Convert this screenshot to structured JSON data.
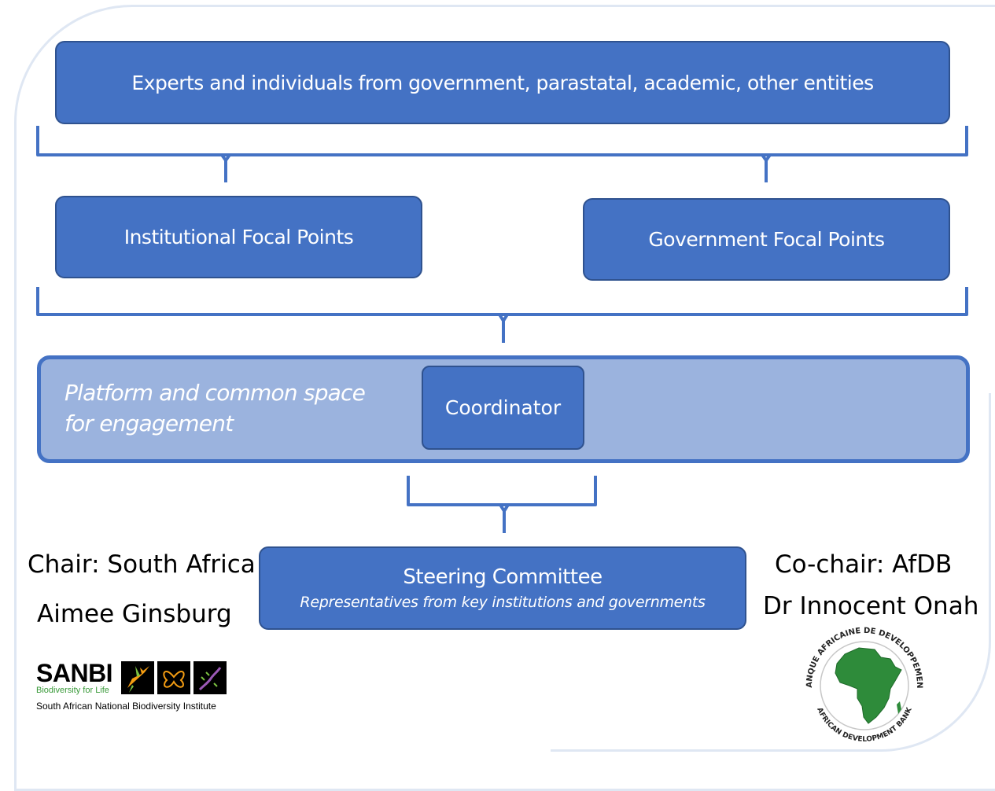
{
  "diagram": {
    "experts_box": "Experts and individuals from government, parastatal, academic, other entities",
    "institutional_box": "Institutional Focal Points",
    "government_box": "Government Focal Points",
    "platform_text_line1": "Platform and common space",
    "platform_text_line2": "for engagement",
    "coordinator_box": "Coordinator",
    "steering_title": "Steering Committee",
    "steering_subtitle": "Representatives from key institutions and governments"
  },
  "people": {
    "chair": "Chair: South Africa",
    "chair_name": "Aimee Ginsburg",
    "cochair": "Co-chair: AfDB",
    "cochair_name": "Dr Innocent Onah"
  },
  "logos": {
    "sanbi_word": "SANBI",
    "sanbi_tagline": "Biodiversity for Life",
    "sanbi_fullname": "South African National Biodiversity Institute",
    "afdb_top_arc": "BANQUE AFRICAINE DE DEVELOPPEMENT",
    "afdb_bottom_arc": "AFRICAN DEVELOPMENT BANK"
  },
  "colors": {
    "box_fill": "#4472c4",
    "box_border": "#2f528f",
    "platform_fill": "#9bb3de",
    "connector": "#4472c4",
    "afdb_green": "#2e8b3a",
    "sanbi_green": "#3a9a3a"
  }
}
